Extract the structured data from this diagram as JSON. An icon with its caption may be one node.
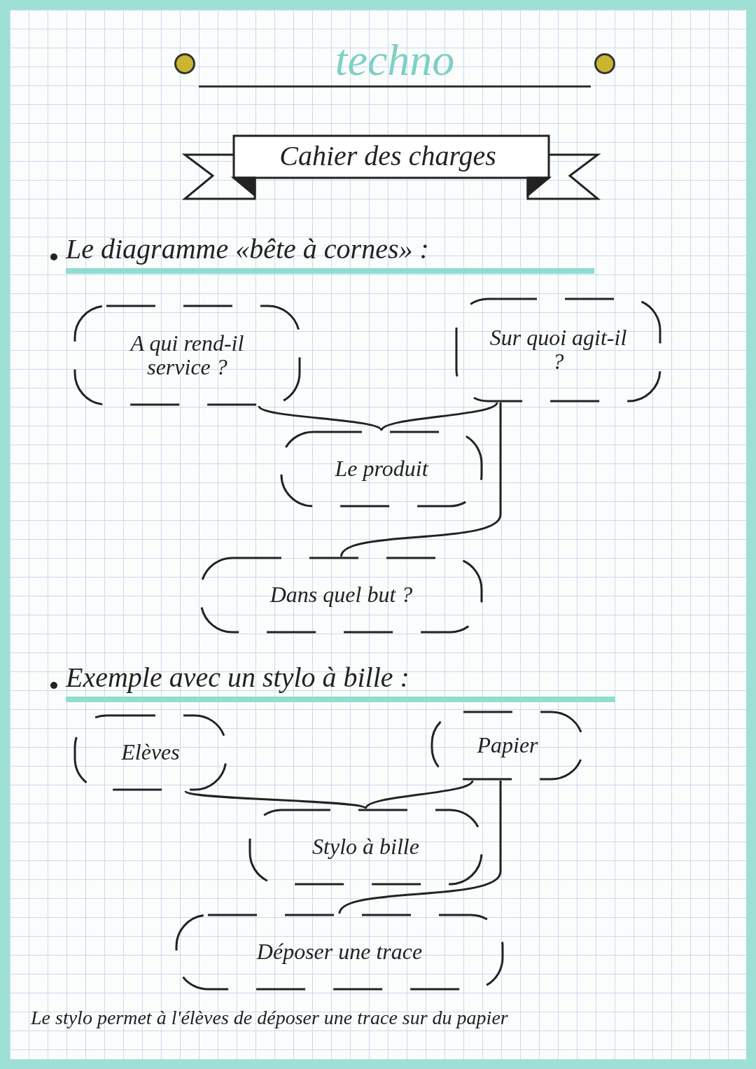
{
  "diagram": {
    "title": "techno",
    "nodes": [
      {
        "text": [
          "A qui rend-il service ?"
        ]
      },
      {
        "text": [
          "Sur quoi agit-il ?"
        ]
      },
      {
        "text": [
          "Le produit"
        ]
      },
      {
        "text": [
          "Dans quel but ?"
        ]
      },
      {
        "text": [
          "Elèves"
        ]
      },
      {
        "text": [
          "Papier"
        ]
      },
      {
        "text": [
          "Stylo à bille"
        ]
      },
      {
        "text": [
          "Déposer une trace"
        ]
      }
    ],
    "edges": [
      {
        "from": 0,
        "to": 2,
        "arrow": "none"
      },
      {
        "from": 1,
        "to": 2,
        "arrow": "none"
      },
      {
        "from": 1,
        "to": 3,
        "arrow": "none"
      },
      {
        "from": 4,
        "to": 6,
        "arrow": "none"
      },
      {
        "from": 5,
        "to": 6,
        "arrow": "none"
      },
      {
        "from": 5,
        "to": 7,
        "arrow": "none"
      }
    ],
    "labels": [
      "Cahier des charges",
      "Le diagramme «bête à cornes» :",
      "Exemple avec un stylo à bille :",
      "Le stylo permet à l'élèves de déposer une trace sur du papier"
    ]
  }
}
